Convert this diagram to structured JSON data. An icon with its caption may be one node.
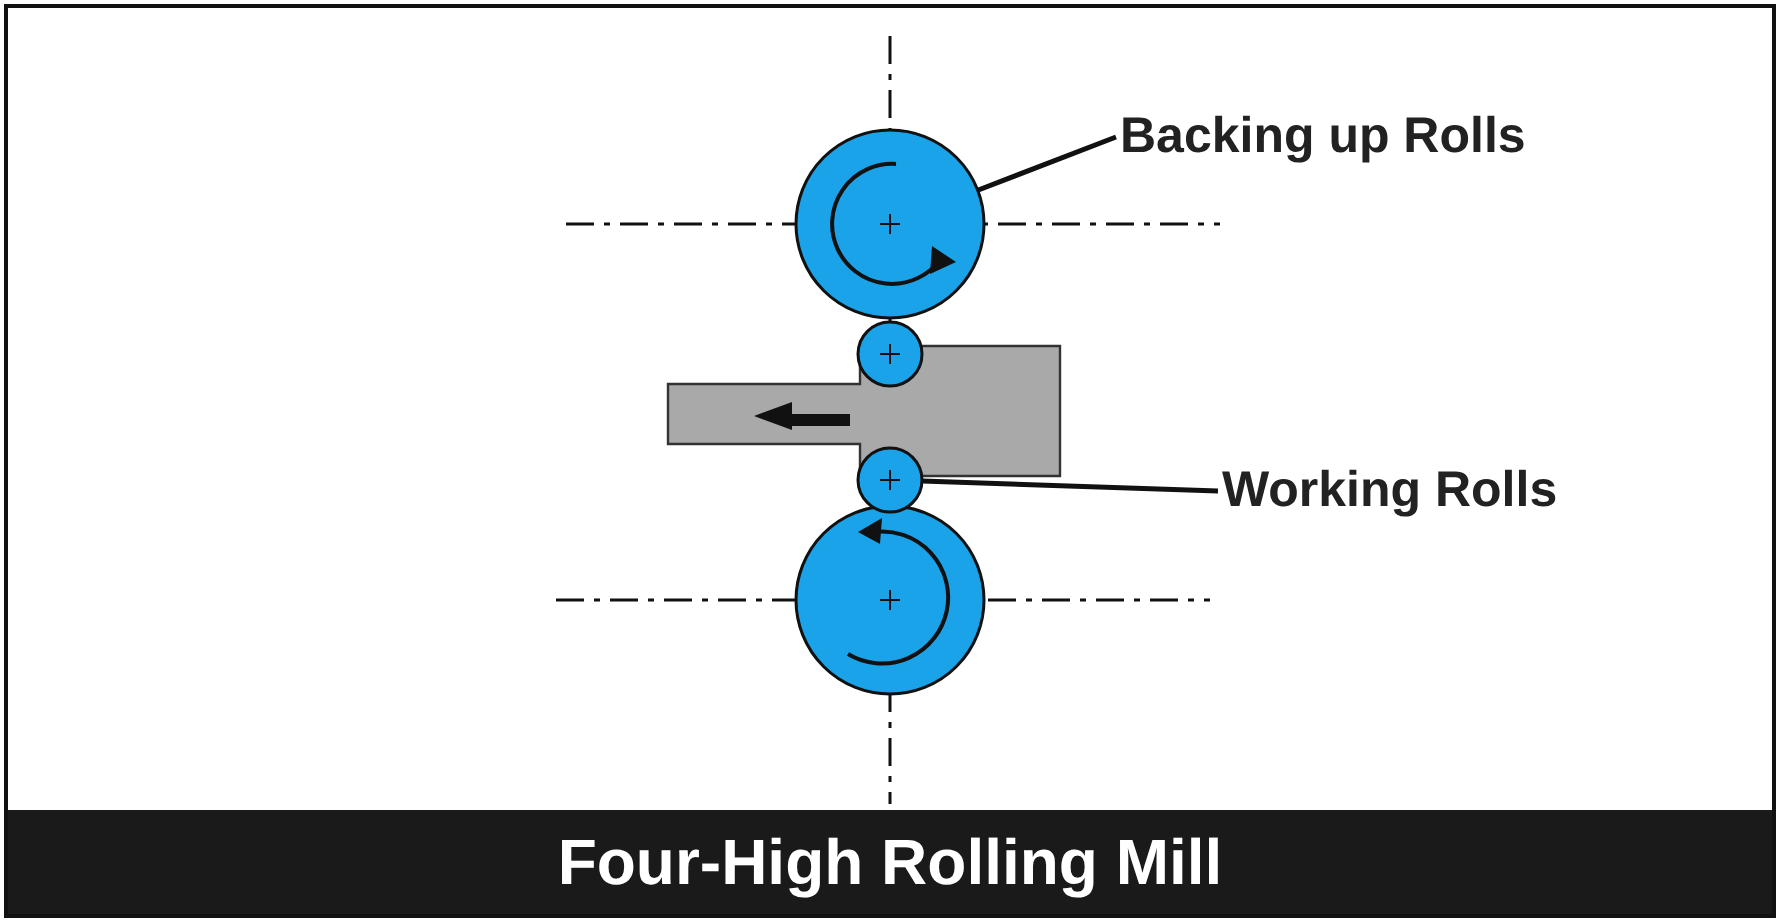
{
  "diagram": {
    "title": "Four-High Rolling Mill",
    "nodes": [
      {
        "text": [
          "Backing up Rolls"
        ]
      },
      {
        "text": [],
        "shape": "circle"
      },
      {
        "text": [
          "Working Rolls"
        ]
      },
      {
        "text": [],
        "shape": "circle"
      }
    ],
    "edges": [
      {
        "from": 0,
        "to": 1,
        "arrow": "none"
      },
      {
        "from": 2,
        "to": 3,
        "arrow": "none"
      }
    ]
  }
}
